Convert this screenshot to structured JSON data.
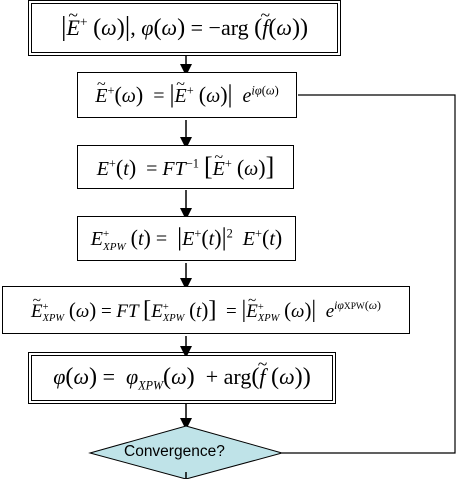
{
  "flowchart": {
    "step1": {
      "formula": "|Ẽ⁺(ω)|, φ(ω) = −arg(f̃(ω))"
    },
    "step2": {
      "formula": "Ẽ⁺(ω) = |Ẽ⁺(ω)| e^{iφ(ω)}"
    },
    "step3": {
      "formula": "E⁺(t) = FT⁻¹[Ẽ⁺(ω)]"
    },
    "step4": {
      "formula": "E⁺_XPW(t) = |E⁺(t)|² E⁺(t)"
    },
    "step5": {
      "formula": "Ẽ⁺_XPW(ω) = FT[E⁺_XPW(t)] = |Ẽ⁺_XPW(ω)| e^{iφ_XPW(ω)}"
    },
    "step6": {
      "formula": "φ(ω) = φ_XPW(ω) + arg(f̃(ω))"
    },
    "decision": {
      "label": "Convergence?"
    },
    "colors": {
      "decision_fill": "#bfe3e8",
      "stroke": "#000000"
    }
  }
}
